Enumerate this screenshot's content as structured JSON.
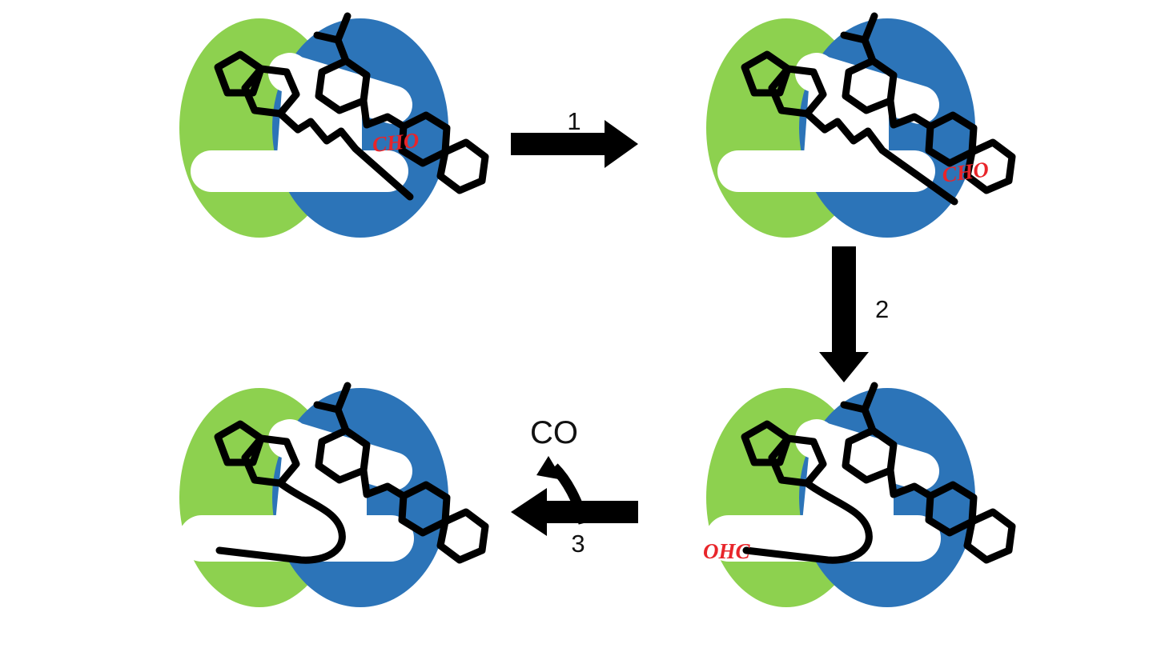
{
  "figure": {
    "title": "Enzyme catalytic cycle with aldehyde-bearing substrate",
    "type": "reaction-cycle-diagram",
    "background_color": "#ffffff"
  },
  "colors": {
    "enzyme_domain_green": "#8DD14F",
    "enzyme_domain_blue": "#2C74B8",
    "binding_pocket": "#ffffff",
    "substrate_stroke": "#000000",
    "functional_group_red": "#E8252A",
    "arrow_black": "#000000",
    "text_black": "#111111"
  },
  "panels": [
    {
      "id": "panel-top-left",
      "position": "top-left",
      "step_order": 1,
      "enzyme": {
        "green_domain": true,
        "blue_domain": true,
        "pocket_open": true
      },
      "substrate": {
        "label": "CHO",
        "label_color": "#E8252A",
        "label_position": "mid-chain",
        "rings": [
          "cyclopentane",
          "cyclohexane",
          "cyclohexane",
          "cyclohexane",
          "cyclohexane"
        ],
        "chain_state": "extended",
        "terminus": "free"
      }
    },
    {
      "id": "panel-top-right",
      "position": "top-right",
      "step_order": 2,
      "enzyme": {
        "green_domain": true,
        "blue_domain": true,
        "pocket_open": true
      },
      "substrate": {
        "label": "CHO",
        "label_color": "#E8252A",
        "label_position": "chain-terminus-right",
        "rings": [
          "cyclopentane",
          "cyclohexane",
          "cyclohexane",
          "cyclohexane",
          "cyclohexane"
        ],
        "chain_state": "extended-aligned",
        "terminus": "docked"
      }
    },
    {
      "id": "panel-bottom-right",
      "position": "bottom-right",
      "step_order": 3,
      "enzyme": {
        "green_domain": true,
        "blue_domain": true,
        "pocket_open": true
      },
      "substrate": {
        "label": "OHC",
        "label_color": "#E8252A",
        "label_position": "chain-terminus-left",
        "rings": [
          "cyclopentane",
          "cyclohexane",
          "cyclohexane",
          "cyclohexane",
          "cyclohexane"
        ],
        "chain_state": "folded-hairpin",
        "terminus": "inserted-in-pocket"
      }
    },
    {
      "id": "panel-bottom-left",
      "position": "bottom-left",
      "step_order": 4,
      "enzyme": {
        "green_domain": true,
        "blue_domain": true,
        "pocket_open": true
      },
      "substrate": {
        "label": "",
        "label_color": "#E8252A",
        "label_position": "none",
        "rings": [
          "cyclopentane",
          "cyclohexane",
          "cyclohexane",
          "cyclohexane",
          "cyclohexane"
        ],
        "chain_state": "folded-hairpin",
        "terminus": "deformylated"
      }
    }
  ],
  "arrows": [
    {
      "id": "arrow-1",
      "label": "1",
      "from": "panel-top-left",
      "to": "panel-top-right",
      "direction": "right",
      "label_side": "above"
    },
    {
      "id": "arrow-2",
      "label": "2",
      "from": "panel-top-right",
      "to": "panel-bottom-right",
      "direction": "down",
      "label_side": "right"
    },
    {
      "id": "arrow-3",
      "label": "3",
      "from": "panel-bottom-right",
      "to": "panel-bottom-left",
      "direction": "left",
      "label_side": "below",
      "byproduct": {
        "label": "CO",
        "branch": "curved-up-left"
      }
    }
  ],
  "labels": {
    "step_1": "1",
    "step_2": "2",
    "step_3": "3",
    "byproduct_co": "CO",
    "cho": "CHO",
    "ohc": "OHC"
  }
}
